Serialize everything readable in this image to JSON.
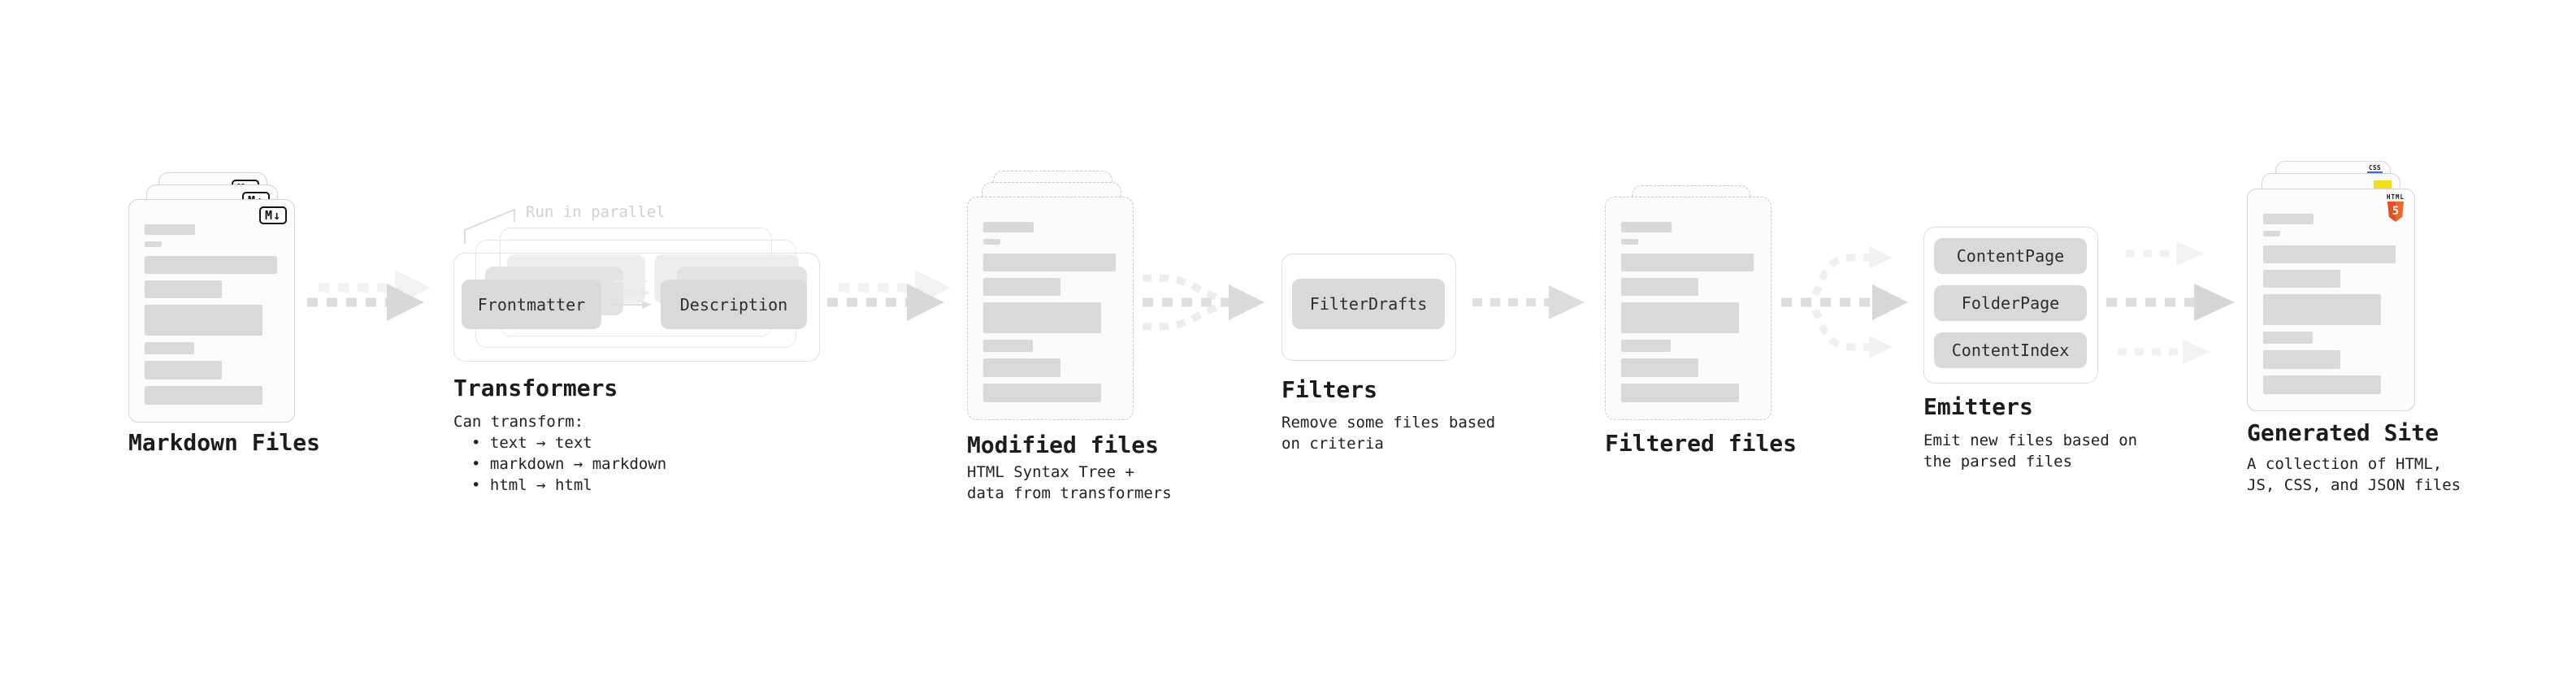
{
  "stages": {
    "markdown_files": {
      "title": "Markdown Files",
      "badge": "M↓"
    },
    "transformers": {
      "title": "Transformers",
      "annotation": "Run in parallel",
      "pill_from": "Frontmatter",
      "pill_to": "Description",
      "description_heading": "Can transform:",
      "bullets": [
        "• text → text",
        "• markdown → markdown",
        "• html → html"
      ]
    },
    "modified_files": {
      "title": "Modified files",
      "description": [
        "HTML Syntax Tree +",
        "data from transformers"
      ]
    },
    "filters": {
      "title": "Filters",
      "pill": "FilterDrafts",
      "description": [
        "Remove some files based",
        "on criteria"
      ]
    },
    "filtered_files": {
      "title": "Filtered files"
    },
    "emitters": {
      "title": "Emitters",
      "pills": [
        "ContentPage",
        "FolderPage",
        "ContentIndex"
      ],
      "description": [
        "Emit new files based on",
        "the parsed files"
      ]
    },
    "generated_site": {
      "title": "Generated Site",
      "description": [
        "A collection of HTML,",
        "JS, CSS, and JSON files"
      ],
      "badges": {
        "css_label": "CSS",
        "html_label": "HTML",
        "html_number": "5"
      }
    }
  },
  "accent_colors": {
    "html5_orange": "#e44d26",
    "html5_orange_light": "#f16529",
    "js_yellow": "#f5de19",
    "css_blue": "#2e6bf0"
  }
}
